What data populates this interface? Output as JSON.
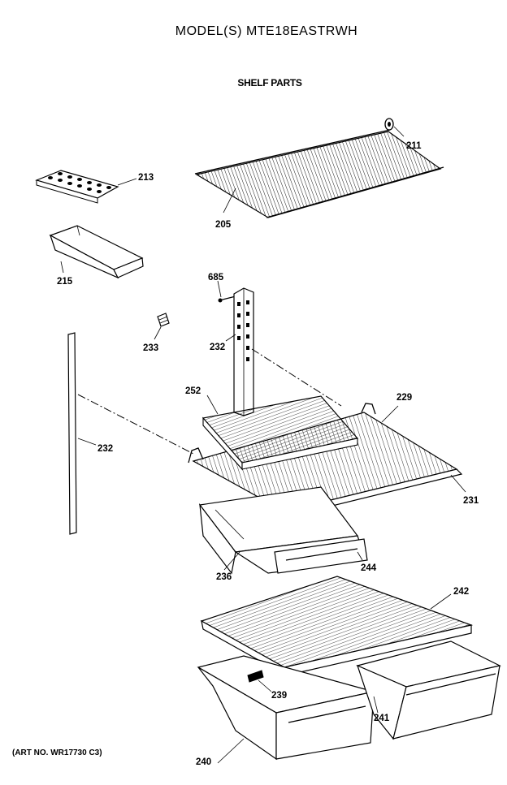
{
  "header": {
    "title": "MODEL(S) MTE18EASTRWH",
    "subtitle": "SHELF PARTS"
  },
  "footer": {
    "art_number": "(ART NO. WR17730 C3)"
  },
  "parts": [
    {
      "id": "p211",
      "label": "211"
    },
    {
      "id": "p213",
      "label": "213"
    },
    {
      "id": "p205",
      "label": "205"
    },
    {
      "id": "p215",
      "label": "215"
    },
    {
      "id": "p685",
      "label": "685"
    },
    {
      "id": "p233",
      "label": "233"
    },
    {
      "id": "p232a",
      "label": "232"
    },
    {
      "id": "p252",
      "label": "252"
    },
    {
      "id": "p229",
      "label": "229"
    },
    {
      "id": "p232b",
      "label": "232"
    },
    {
      "id": "p231",
      "label": "231"
    },
    {
      "id": "p236",
      "label": "236"
    },
    {
      "id": "p244",
      "label": "244"
    },
    {
      "id": "p242",
      "label": "242"
    },
    {
      "id": "p239",
      "label": "239"
    },
    {
      "id": "p241",
      "label": "241"
    },
    {
      "id": "p240",
      "label": "240"
    }
  ]
}
